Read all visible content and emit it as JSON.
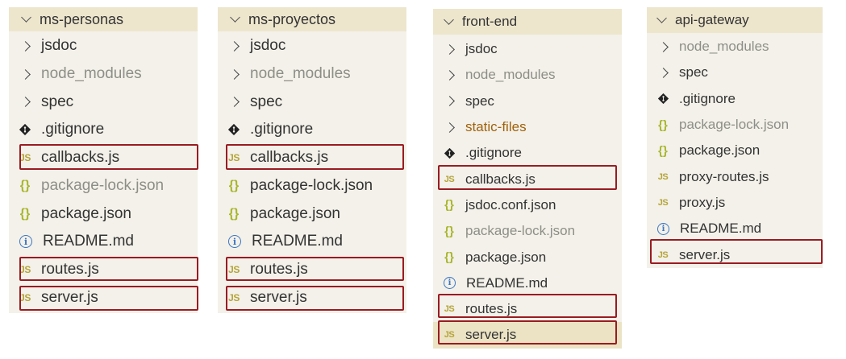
{
  "colors": {
    "panel_bg": "#f3f1e9",
    "header_bg": "#ede6cd",
    "highlight_border": "#9a1b22",
    "js_icon": "#b5a43a",
    "json_icon": "#a8b62d",
    "info_icon": "#3b76c4",
    "dim_text": "#8e8e88",
    "static_files_text": "#a0620c"
  },
  "panels": [
    {
      "title": "ms-personas",
      "items": [
        {
          "label": "jsdoc",
          "icon": "chevron-right-icon"
        },
        {
          "label": "node_modules",
          "icon": "chevron-right-icon"
        },
        {
          "label": "spec",
          "icon": "chevron-right-icon"
        },
        {
          "label": ".gitignore",
          "icon": "git-icon"
        },
        {
          "label": "callbacks.js",
          "icon": "js-file-icon"
        },
        {
          "label": "package-lock.json",
          "icon": "json-file-icon"
        },
        {
          "label": "package.json",
          "icon": "json-file-icon"
        },
        {
          "label": "README.md",
          "icon": "info-icon"
        },
        {
          "label": "routes.js",
          "icon": "js-file-icon"
        },
        {
          "label": "server.js",
          "icon": "js-file-icon"
        }
      ]
    },
    {
      "title": "ms-proyectos",
      "items": [
        {
          "label": "jsdoc",
          "icon": "chevron-right-icon"
        },
        {
          "label": "node_modules",
          "icon": "chevron-right-icon"
        },
        {
          "label": "spec",
          "icon": "chevron-right-icon"
        },
        {
          "label": ".gitignore",
          "icon": "git-icon"
        },
        {
          "label": "callbacks.js",
          "icon": "js-file-icon"
        },
        {
          "label": "package-lock.json",
          "icon": "json-file-icon"
        },
        {
          "label": "package.json",
          "icon": "json-file-icon"
        },
        {
          "label": "README.md",
          "icon": "info-icon"
        },
        {
          "label": "routes.js",
          "icon": "js-file-icon"
        },
        {
          "label": "server.js",
          "icon": "js-file-icon"
        }
      ]
    },
    {
      "title": "front-end",
      "items": [
        {
          "label": "jsdoc",
          "icon": "chevron-right-icon"
        },
        {
          "label": "node_modules",
          "icon": "chevron-right-icon"
        },
        {
          "label": "spec",
          "icon": "chevron-right-icon"
        },
        {
          "label": "static-files",
          "icon": "chevron-right-icon"
        },
        {
          "label": ".gitignore",
          "icon": "git-icon"
        },
        {
          "label": "callbacks.js",
          "icon": "js-file-icon"
        },
        {
          "label": "jsdoc.conf.json",
          "icon": "json-file-icon"
        },
        {
          "label": "package-lock.json",
          "icon": "json-file-icon"
        },
        {
          "label": "package.json",
          "icon": "json-file-icon"
        },
        {
          "label": "README.md",
          "icon": "info-icon"
        },
        {
          "label": "routes.js",
          "icon": "js-file-icon"
        },
        {
          "label": "server.js",
          "icon": "js-file-icon"
        }
      ]
    },
    {
      "title": "api-gateway",
      "items": [
        {
          "label": "node_modules",
          "icon": "chevron-right-icon"
        },
        {
          "label": "spec",
          "icon": "chevron-right-icon"
        },
        {
          "label": ".gitignore",
          "icon": "git-icon"
        },
        {
          "label": "package-lock.json",
          "icon": "json-file-icon"
        },
        {
          "label": "package.json",
          "icon": "json-file-icon"
        },
        {
          "label": "proxy-routes.js",
          "icon": "js-file-icon"
        },
        {
          "label": "proxy.js",
          "icon": "js-file-icon"
        },
        {
          "label": "README.md",
          "icon": "info-icon"
        },
        {
          "label": "server.js",
          "icon": "js-file-icon"
        }
      ]
    }
  ],
  "icon_glyphs": {
    "js": "JS",
    "json": "{}",
    "info": "i"
  }
}
